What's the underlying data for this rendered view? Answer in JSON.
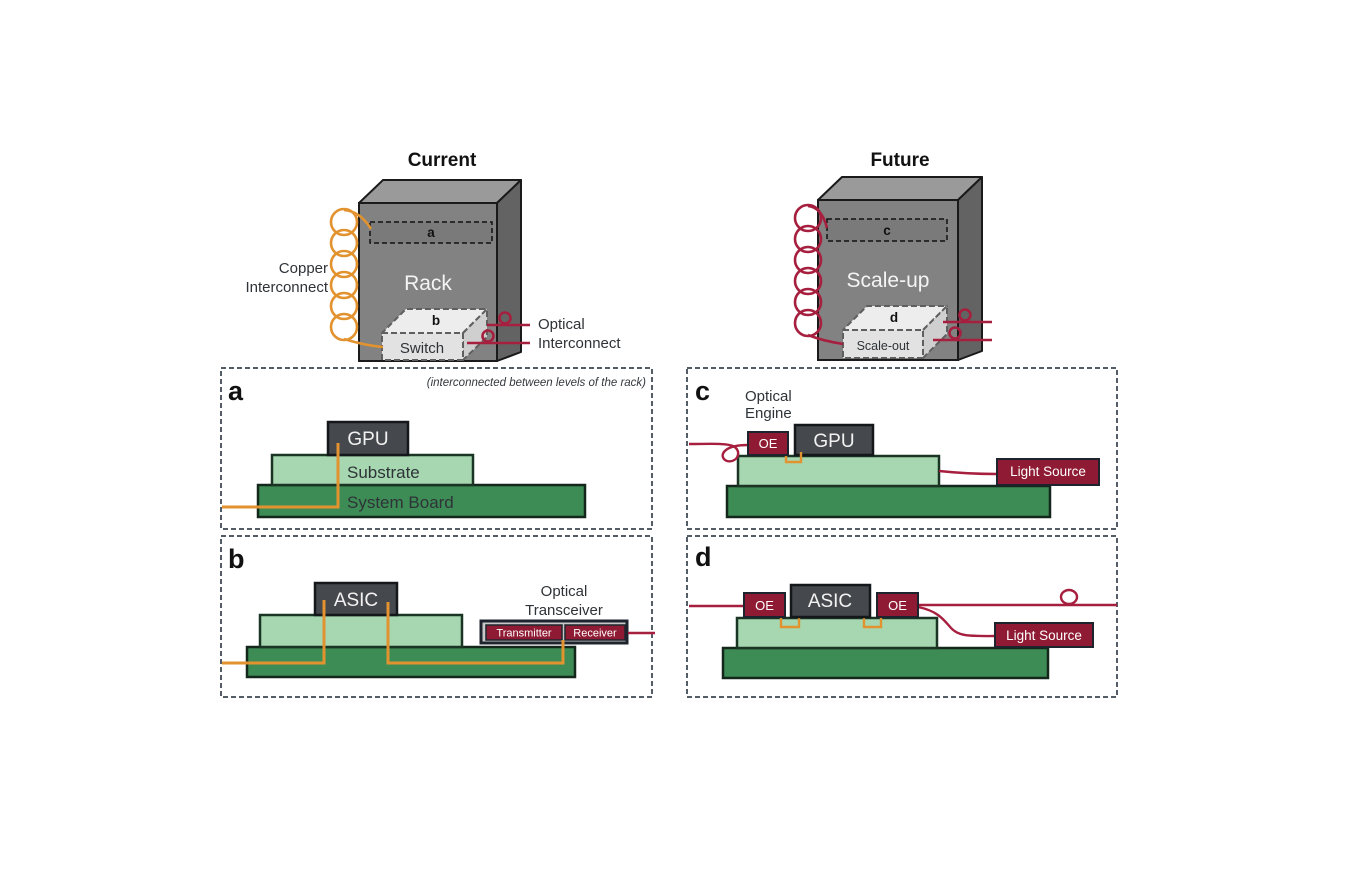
{
  "colors": {
    "copper_orange": "#E2922E",
    "fiber_crimson": "#A71F3F",
    "optics_box_red": "#8E1B33",
    "chip_gray": "#45484C",
    "substrate_green": "#A6D7B0",
    "board_green": "#3E8C55",
    "rack_gray": "#828282",
    "panel_border": "#1C2733"
  },
  "current": {
    "title": "Current",
    "rack_label": "Rack",
    "slot_ref": "a",
    "switch_ref": "b",
    "switch_label": "Switch",
    "copper_line1": "Copper",
    "copper_line2": "Interconnect",
    "optical_line1": "Optical",
    "optical_line2": "Interconnect"
  },
  "future": {
    "title": "Future",
    "rack_label": "Scale-up",
    "slot_ref": "c",
    "box_ref": "d",
    "box_label": "Scale-out"
  },
  "panel_a": {
    "id": "a",
    "note": "(interconnected between levels of the rack)",
    "chip": "GPU",
    "substrate_label": "Substrate",
    "board_label": "System Board"
  },
  "panel_b": {
    "id": "b",
    "chip": "ASIC",
    "transceiver_line1": "Optical",
    "transceiver_line2": "Transceiver",
    "transmitter": "Transmitter",
    "receiver": "Receiver"
  },
  "panel_c": {
    "id": "c",
    "engine_line1": "Optical",
    "engine_line2": "Engine",
    "oe": "OE",
    "chip": "GPU",
    "light_source": "Light Source"
  },
  "panel_d": {
    "id": "d",
    "oe_left": "OE",
    "chip": "ASIC",
    "oe_right": "OE",
    "light_source": "Light Source"
  }
}
